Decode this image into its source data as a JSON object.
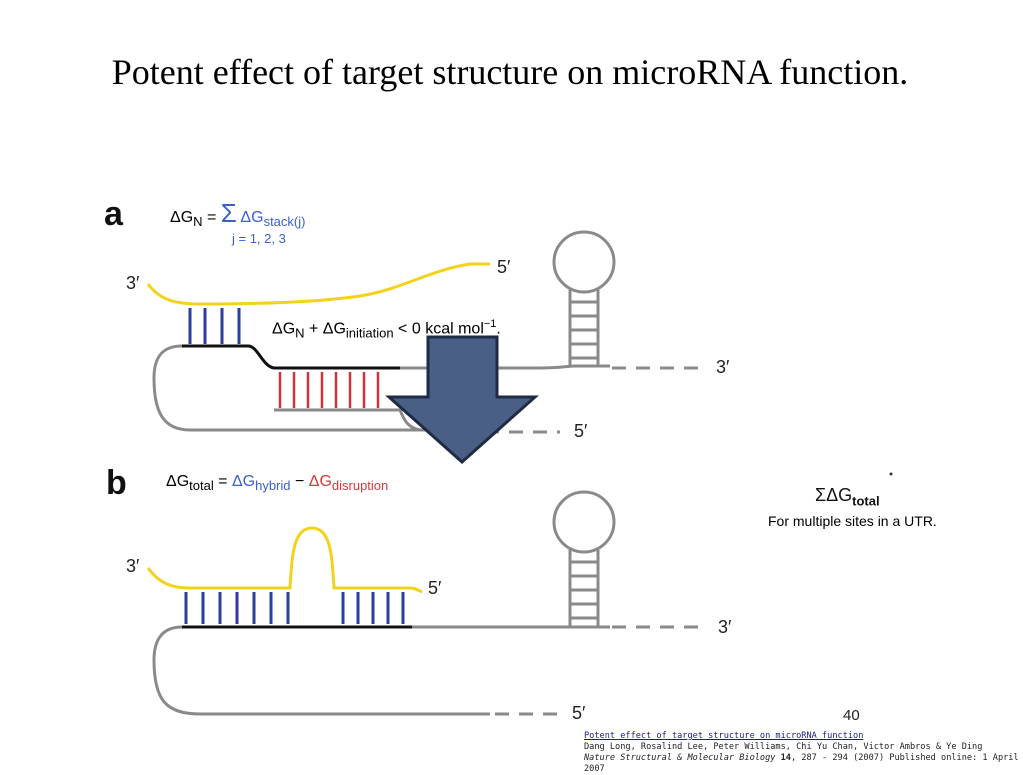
{
  "title": "Potent effect of target structure on microRNA function.",
  "panel_a": {
    "letter": "a",
    "eq1_lhs": "ΔG",
    "eq1_lhs_sub": "N",
    "eq1_eq": "=",
    "eq1_sum": "Σ",
    "eq1_term": "ΔG",
    "eq1_term_sub": "stack(j)",
    "eq1_index": "j = 1, 2, 3",
    "eq2_a": "ΔG",
    "eq2_a_sub": "N",
    "eq2_plus": " + ΔG",
    "eq2_b_sub": "initiation",
    "eq2_rest": " < 0 kcal mol",
    "eq2_exp": "−1",
    "eq2_end": ".",
    "label_3prime_left": "3′",
    "label_5prime_top": "5′",
    "label_3prime_right": "3′",
    "label_5prime_bottom": "5′"
  },
  "panel_b": {
    "letter": "b",
    "eq_lhs": "ΔG",
    "eq_lhs_sub": "total",
    "eq_eq": " = ",
    "eq_h": "ΔG",
    "eq_h_sub": "hybrid",
    "eq_minus": " − ",
    "eq_d": "ΔG",
    "eq_d_sub": "disruption",
    "label_3prime_left": "3′",
    "label_5prime_mid": "5′",
    "label_3prime_right": "3′",
    "label_5prime_bottom": "5′"
  },
  "side_note": {
    "sum_symbol": "ΣΔG",
    "sum_sub": "total",
    "text": "For multiple sites in a UTR."
  },
  "page_number": "40",
  "citation": {
    "link_text": "Potent effect of target structure on microRNA function",
    "authors": "Dang Long, Rosalind Lee, Peter Williams, Chi Yu Chan, Victor Ambros & Ye Ding",
    "journal": "Nature Structural & Molecular Biology",
    "volume": "14",
    "details": ", 287 - 294 (2007) Published online: 1 April 2007"
  },
  "colors": {
    "mirna_yellow": "#f2d21b",
    "pair_blue": "#2b3f9e",
    "pair_red": "#d0343a",
    "backbone_black": "#111111",
    "rna_gray": "#8a8a8a",
    "arrow_fill": "#4a5f86",
    "arrow_stroke": "#1f2a44"
  },
  "icons": {
    "arrow": "down-arrow-icon"
  }
}
